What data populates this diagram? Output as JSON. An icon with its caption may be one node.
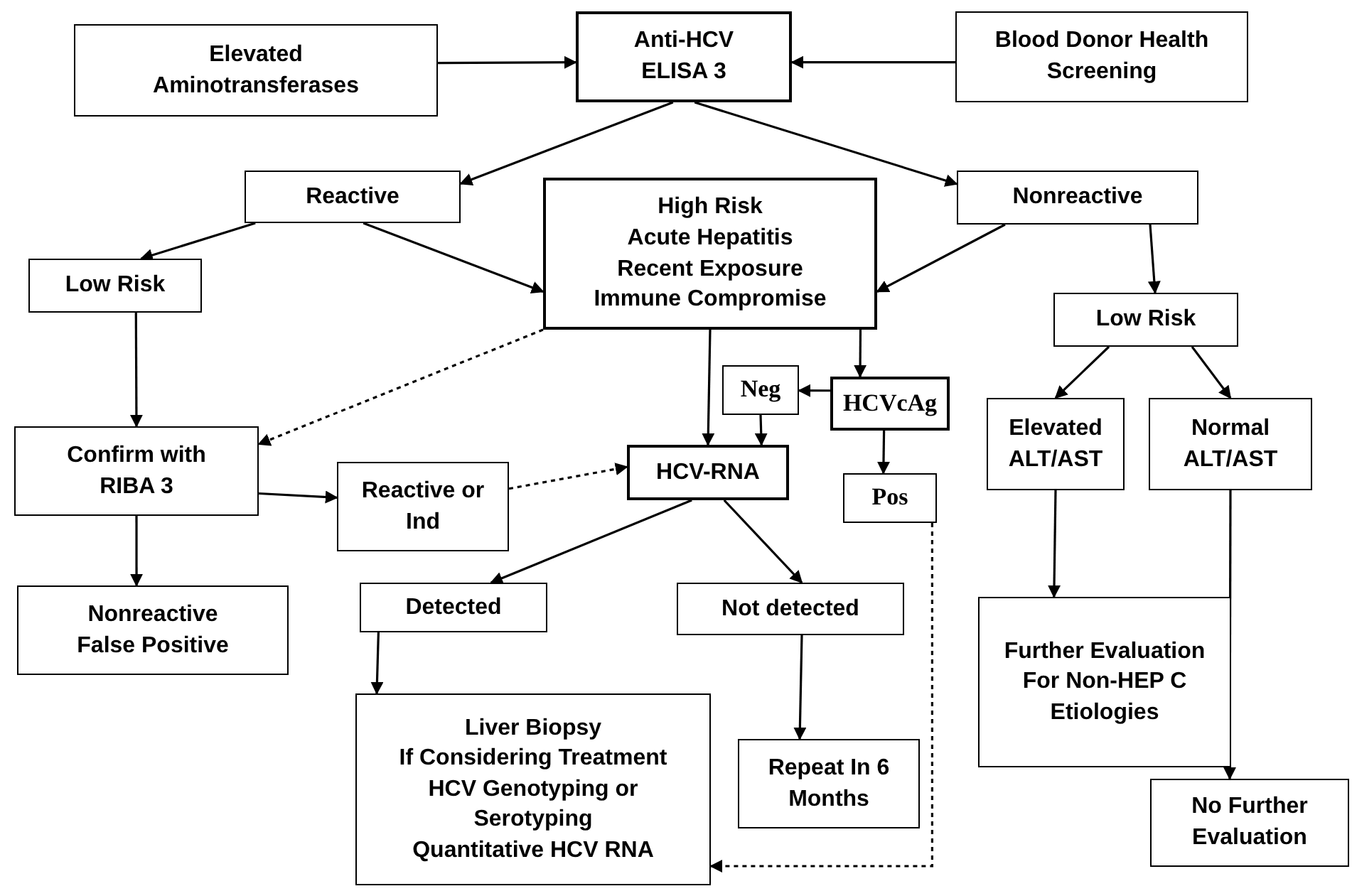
{
  "diagram": {
    "nodes": [
      {
        "text": [
          "Elevated Aminotransferases"
        ]
      },
      {
        "text": [
          "Anti-HCV ELISA 3"
        ]
      },
      {
        "text": [
          "Blood Donor Health Screening"
        ]
      },
      {
        "text": [
          "Reactive"
        ]
      },
      {
        "text": [
          "High Risk",
          "Acute Hepatitis",
          "Recent Exposure",
          "Immune Compromise"
        ]
      },
      {
        "text": [
          "Nonreactive"
        ]
      },
      {
        "text": [
          "Low Risk"
        ]
      },
      {
        "text": [
          "Low Risk"
        ]
      },
      {
        "text": [
          "Neg"
        ]
      },
      {
        "text": [
          "HCVcAg"
        ]
      },
      {
        "text": [
          "Confirm with RIBA 3"
        ]
      },
      {
        "text": [
          "Reactive or Ind"
        ]
      },
      {
        "text": [
          "HCV-RNA"
        ]
      },
      {
        "text": [
          "Pos"
        ]
      },
      {
        "text": [
          "Elevated ALT/AST"
        ]
      },
      {
        "text": [
          "Normal ALT/AST"
        ]
      },
      {
        "text": [
          "Nonreactive False Positive"
        ]
      },
      {
        "text": [
          "Detected"
        ]
      },
      {
        "text": [
          "Not detected"
        ]
      },
      {
        "text": [
          "Further Evaluation For Non-HEP C Etiologies"
        ]
      },
      {
        "text": [
          "Liver Biopsy",
          "If Considering Treatment",
          "HCV Genotyping or Serotyping",
          "Quantitative HCV RNA"
        ]
      },
      {
        "text": [
          "Repeat In 6 Months"
        ]
      },
      {
        "text": [
          "No Further Evaluation"
        ]
      }
    ],
    "edges": [
      {
        "from": 0,
        "to": 1,
        "arrow": "to"
      },
      {
        "from": 2,
        "to": 1,
        "arrow": "to"
      },
      {
        "from": 1,
        "to": 3,
        "arrow": "to"
      },
      {
        "from": 1,
        "to": 5,
        "arrow": "to"
      },
      {
        "from": 3,
        "to": 6,
        "arrow": "to"
      },
      {
        "from": 3,
        "to": 4,
        "arrow": "to"
      },
      {
        "from": 5,
        "to": 4,
        "arrow": "to"
      },
      {
        "from": 5,
        "to": 7,
        "arrow": "to"
      },
      {
        "from": 6,
        "to": 10,
        "arrow": "to"
      },
      {
        "from": 4,
        "to": 10,
        "arrow": "to",
        "style": "dashed"
      },
      {
        "from": 4,
        "to": 12,
        "arrow": "to"
      },
      {
        "from": 4,
        "to": 9,
        "arrow": "to"
      },
      {
        "from": 9,
        "to": 8,
        "arrow": "to"
      },
      {
        "from": 8,
        "to": 12,
        "arrow": "to"
      },
      {
        "from": 9,
        "to": 13,
        "arrow": "to"
      },
      {
        "from": 10,
        "to": 16,
        "arrow": "to"
      },
      {
        "from": 10,
        "to": 11,
        "arrow": "to"
      },
      {
        "from": 11,
        "to": 12,
        "arrow": "to",
        "style": "dashed"
      },
      {
        "from": 12,
        "to": 17,
        "arrow": "to"
      },
      {
        "from": 12,
        "to": 18,
        "arrow": "to"
      },
      {
        "from": 17,
        "to": 20,
        "arrow": "to"
      },
      {
        "from": 18,
        "to": 21,
        "arrow": "to"
      },
      {
        "from": 13,
        "to": 20,
        "arrow": "to",
        "style": "dashed"
      },
      {
        "from": 7,
        "to": 14,
        "arrow": "to"
      },
      {
        "from": 7,
        "to": 15,
        "arrow": "to"
      },
      {
        "from": 14,
        "to": 19,
        "arrow": "to"
      },
      {
        "from": 15,
        "to": 22,
        "arrow": "to"
      }
    ]
  }
}
